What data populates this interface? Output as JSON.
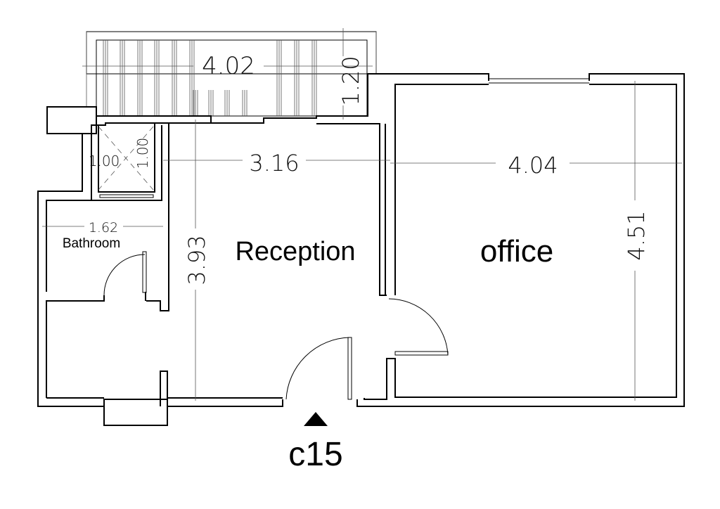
{
  "rooms": {
    "reception": "Reception",
    "office": "office",
    "bathroom": "Bathroom"
  },
  "dimensions": {
    "stair_width": "4.02",
    "stair_depth": "1.20",
    "shower_w": "1.00",
    "shower_d": "1.00",
    "reception_width": "3.16",
    "reception_depth": "3.93",
    "office_width": "4.04",
    "office_depth": "4.51",
    "bathroom_width": "1.62"
  },
  "unit_label": "c15"
}
